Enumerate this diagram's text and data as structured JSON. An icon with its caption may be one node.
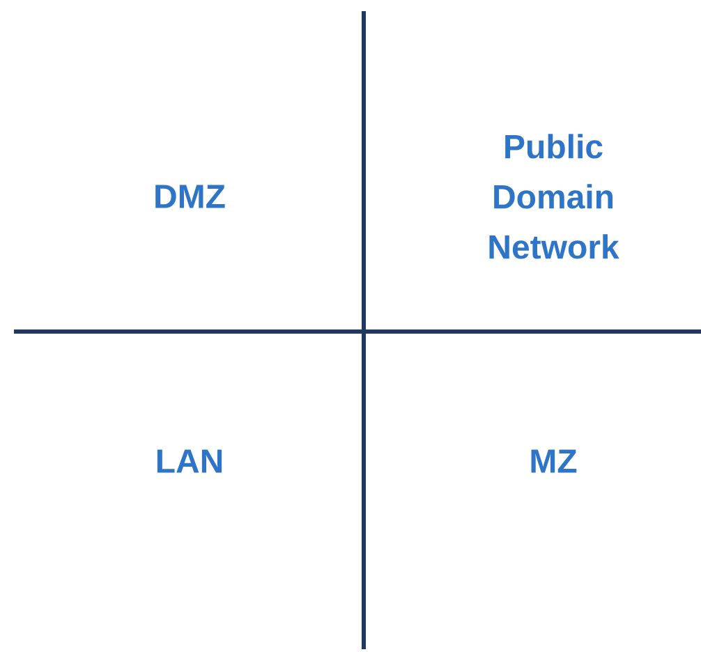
{
  "diagram": {
    "labels": [
      "DMZ",
      "Public Domain Network",
      "LAN",
      "MZ"
    ]
  }
}
